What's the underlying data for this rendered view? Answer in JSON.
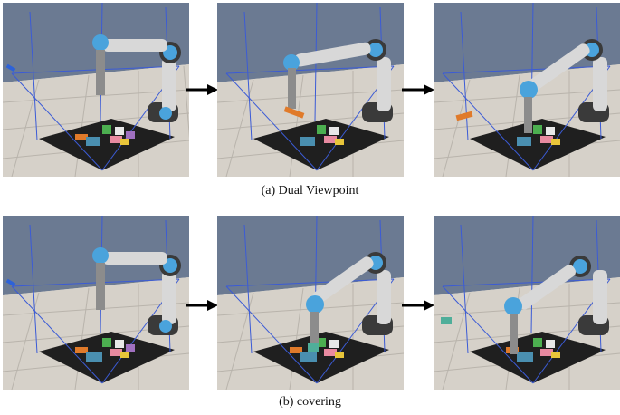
{
  "figure": {
    "rows": [
      {
        "id": "a",
        "caption": "(a) Dual Viewpoint",
        "frames": [
          "frame-1",
          "frame-2",
          "frame-3"
        ]
      },
      {
        "id": "b",
        "caption": "(b) covering",
        "frames": [
          "frame-1",
          "frame-2",
          "frame-3"
        ]
      }
    ],
    "colors": {
      "wall": "#6b7a92",
      "floor_light": "#d9d4cc",
      "floor_dark": "#bdb8b0",
      "mat": "#1f1f1f",
      "arm_link": "#d8d8d8",
      "joint_blue": "#4aa3dc",
      "joint_dark": "#3a3a3a",
      "frame_lines": "#3b5bd6",
      "held_object_a": "#e07a2a",
      "held_object_b": "#4fae9a"
    },
    "objects": [
      "orange",
      "blue",
      "green",
      "pink",
      "yellow",
      "purple",
      "white",
      "teal"
    ]
  }
}
